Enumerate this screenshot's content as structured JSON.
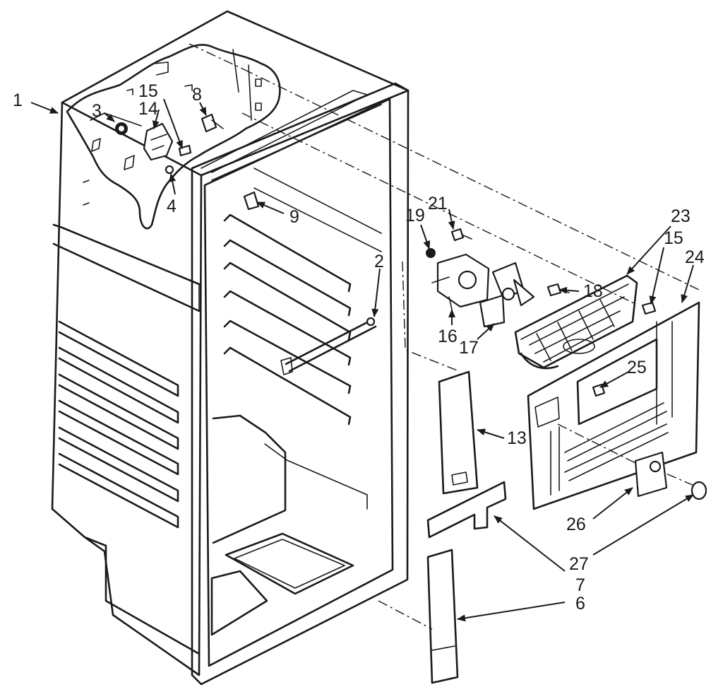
{
  "diagram": {
    "type": "exploded-parts-diagram",
    "colors": {
      "ink": "#1a1a1a",
      "paper": "#ffffff"
    },
    "callouts": [
      {
        "id": "1",
        "label": "1"
      },
      {
        "id": "2",
        "label": "2"
      },
      {
        "id": "3",
        "label": "3"
      },
      {
        "id": "4",
        "label": "4"
      },
      {
        "id": "6",
        "label": "6"
      },
      {
        "id": "7",
        "label": "7"
      },
      {
        "id": "8",
        "label": "8"
      },
      {
        "id": "9",
        "label": "9"
      },
      {
        "id": "13",
        "label": "13"
      },
      {
        "id": "14",
        "label": "14"
      },
      {
        "id": "15a",
        "label": "15"
      },
      {
        "id": "15b",
        "label": "15"
      },
      {
        "id": "16",
        "label": "16"
      },
      {
        "id": "17",
        "label": "17"
      },
      {
        "id": "18",
        "label": "18"
      },
      {
        "id": "19",
        "label": "19"
      },
      {
        "id": "21",
        "label": "21"
      },
      {
        "id": "23",
        "label": "23"
      },
      {
        "id": "24",
        "label": "24"
      },
      {
        "id": "25",
        "label": "25"
      },
      {
        "id": "26",
        "label": "26"
      },
      {
        "id": "27",
        "label": "27"
      }
    ]
  }
}
